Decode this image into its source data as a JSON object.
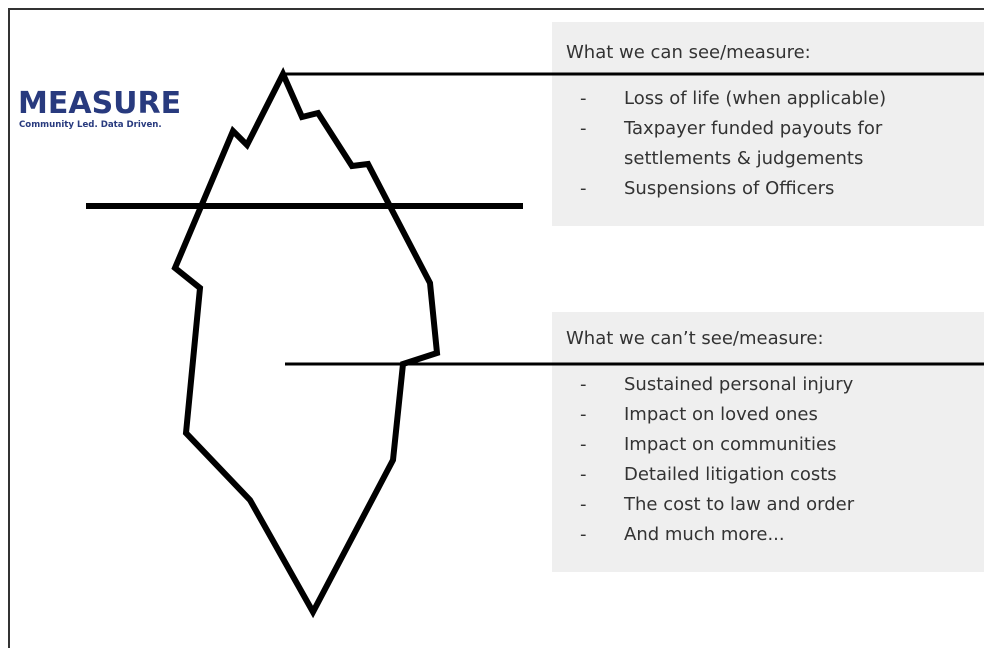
{
  "logo": {
    "word": "MEASURE",
    "tagline": "Community Led. Data Driven.",
    "color": "#283a7e"
  },
  "above": {
    "heading": "What we can see/measure:",
    "items": [
      {
        "text": "Loss of life (when applicable)"
      },
      {
        "text": "Taxpayer funded payouts for",
        "continuation": "settlements & judgements"
      },
      {
        "text": "Suspensions of Officers"
      }
    ]
  },
  "below": {
    "heading": "What we can’t see/measure:",
    "items": [
      {
        "text": "Sustained personal injury"
      },
      {
        "text": "Impact on loved ones"
      },
      {
        "text": "Impact on communities"
      },
      {
        "text": "Detailed litigation costs"
      },
      {
        "text": "The cost to law and order"
      },
      {
        "text": "And much more..."
      }
    ]
  },
  "bullet": "-",
  "colors": {
    "panel": "#efefef",
    "line": "#000000",
    "text": "#333333"
  }
}
